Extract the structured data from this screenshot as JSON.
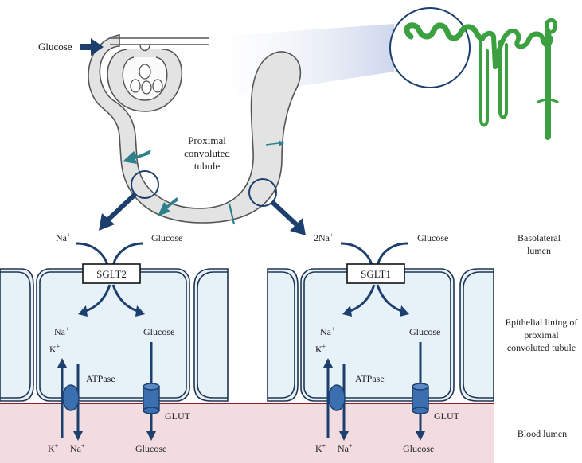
{
  "colors": {
    "arrow_dark": "#1c3f6e",
    "teal_arrow": "#2f7f8c",
    "cell_fill": "#e6f1f8",
    "cell_stroke": "#1e3552",
    "blood_fill": "#f3dcdf",
    "blood_line": "#8b1f2b",
    "tubule_fill": "#e3e3e3",
    "nephron_green": "#3aa040",
    "transporter_blue": "#3b6fb0"
  },
  "nephron": {
    "glucose_label": "Glucose",
    "tubule_label_lines": [
      "Proximal",
      "convoluted",
      "tubule"
    ]
  },
  "left_panel": {
    "na_label": "Na",
    "na_sup": "+",
    "glucose_top": "Glucose",
    "transporter": "SGLT2",
    "na_inner": "Na",
    "na_inner_sup": "+",
    "glucose_inner": "Glucose",
    "k_label": "K",
    "k_sup": "+",
    "atpase": "ATPase",
    "glut": "GLUT",
    "k_bottom": "K",
    "k_bottom_sup": "+",
    "na_bottom": "Na",
    "na_bottom_sup": "+",
    "glucose_bottom": "Glucose"
  },
  "right_panel": {
    "na_label": "2Na",
    "na_sup": "+",
    "glucose_top": "Glucose",
    "transporter": "SGLT1",
    "na_inner": "Na",
    "na_inner_sup": "+",
    "glucose_inner": "Glucose",
    "k_label": "K",
    "k_sup": "+",
    "atpase": "ATPase",
    "glut": "GLUT",
    "k_bottom": "K",
    "k_bottom_sup": "+",
    "na_bottom": "Na",
    "na_bottom_sup": "+",
    "glucose_bottom": "Glucose"
  },
  "side_labels": {
    "basolateral": [
      "Basolateral",
      "lumen"
    ],
    "epithelial": [
      "Epithelial lining of",
      "proximal",
      "convoluted tubule"
    ],
    "blood": "Blood lumen"
  }
}
